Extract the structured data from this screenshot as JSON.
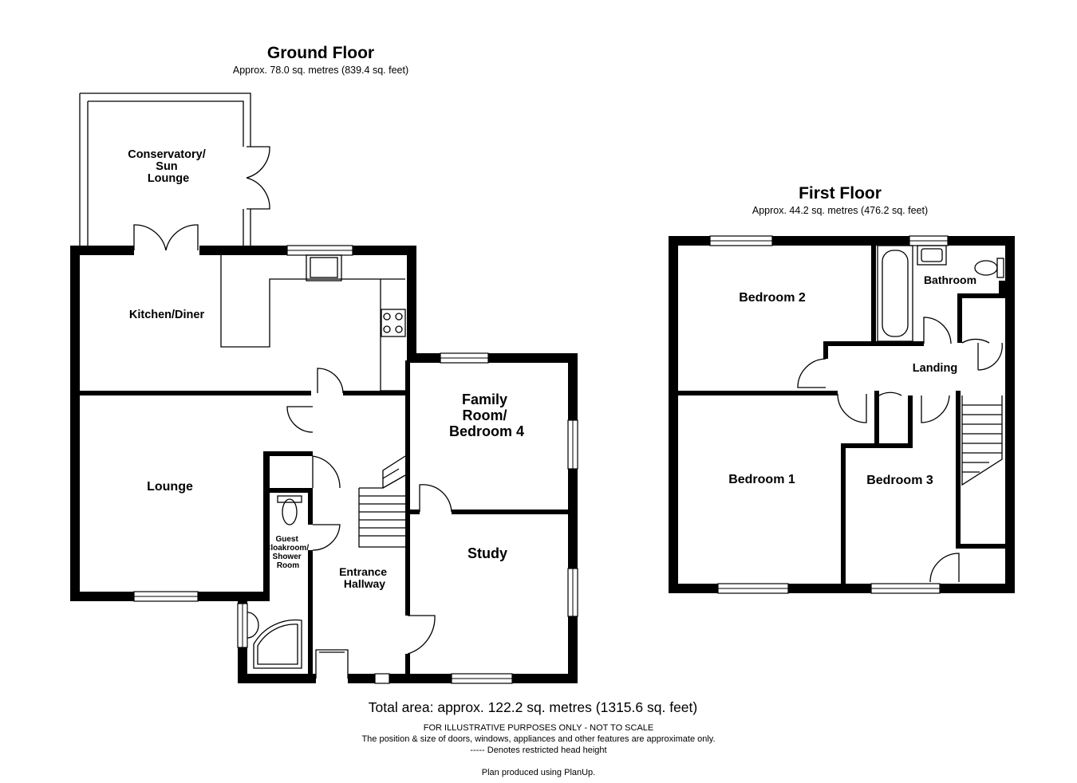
{
  "ground_floor": {
    "title": "Ground Floor",
    "area": "Approx. 78.0 sq. metres (839.4 sq. feet)",
    "rooms": {
      "conservatory": [
        "Conservatory/",
        "Sun",
        "Lounge"
      ],
      "kitchen": [
        "Kitchen/Diner"
      ],
      "family_room": [
        "Family",
        "Room/",
        "Bedroom 4"
      ],
      "lounge": [
        "Lounge"
      ],
      "cloakroom": [
        "Guest",
        "Cloakroom/",
        "Shower",
        "Room"
      ],
      "hallway": [
        "Entrance",
        "Hallway"
      ],
      "study": [
        "Study"
      ]
    }
  },
  "first_floor": {
    "title": "First Floor",
    "area": "Approx. 44.2 sq. metres (476.2 sq. feet)",
    "rooms": {
      "bedroom2": [
        "Bedroom 2"
      ],
      "bathroom": [
        "Bathroom"
      ],
      "landing": [
        "Landing"
      ],
      "bedroom1": [
        "Bedroom 1"
      ],
      "bedroom3": [
        "Bedroom 3"
      ]
    }
  },
  "footer": {
    "total_area": "Total area: approx. 122.2 sq. metres (1315.6 sq. feet)",
    "disclaimer_1": "FOR ILLUSTRATIVE PURPOSES ONLY - NOT TO SCALE",
    "disclaimer_2": "The position & size of doors, windows, appliances and other features are approximate only.",
    "disclaimer_3": "----- Denotes restricted head height",
    "produced_by": "Plan produced using PlanUp."
  }
}
